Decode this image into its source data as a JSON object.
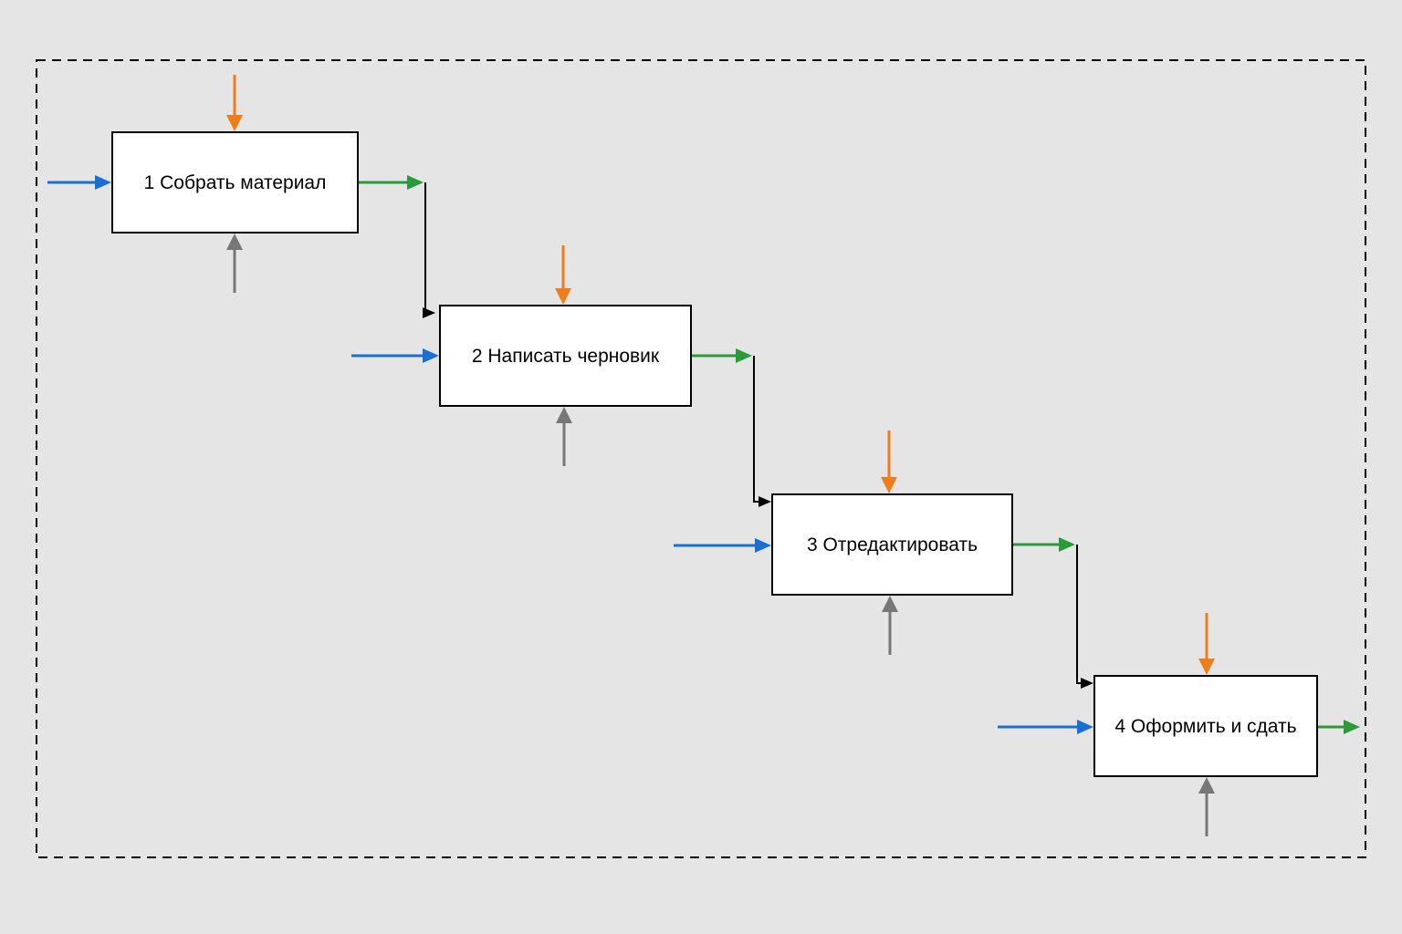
{
  "diagram": {
    "blocks": [
      {
        "id": "b1",
        "label": "1 Собрать материал"
      },
      {
        "id": "b2",
        "label": "2 Написать черновик"
      },
      {
        "id": "b3",
        "label": "3 Отредактировать"
      },
      {
        "id": "b4",
        "label": "4 Оформить и сдать"
      }
    ],
    "colors": {
      "input": "#1a6fd4",
      "output": "#2a9a3a",
      "control": "#ee7d1a",
      "mechanism": "#777777",
      "flow": "#000000",
      "border": "#000000"
    }
  }
}
